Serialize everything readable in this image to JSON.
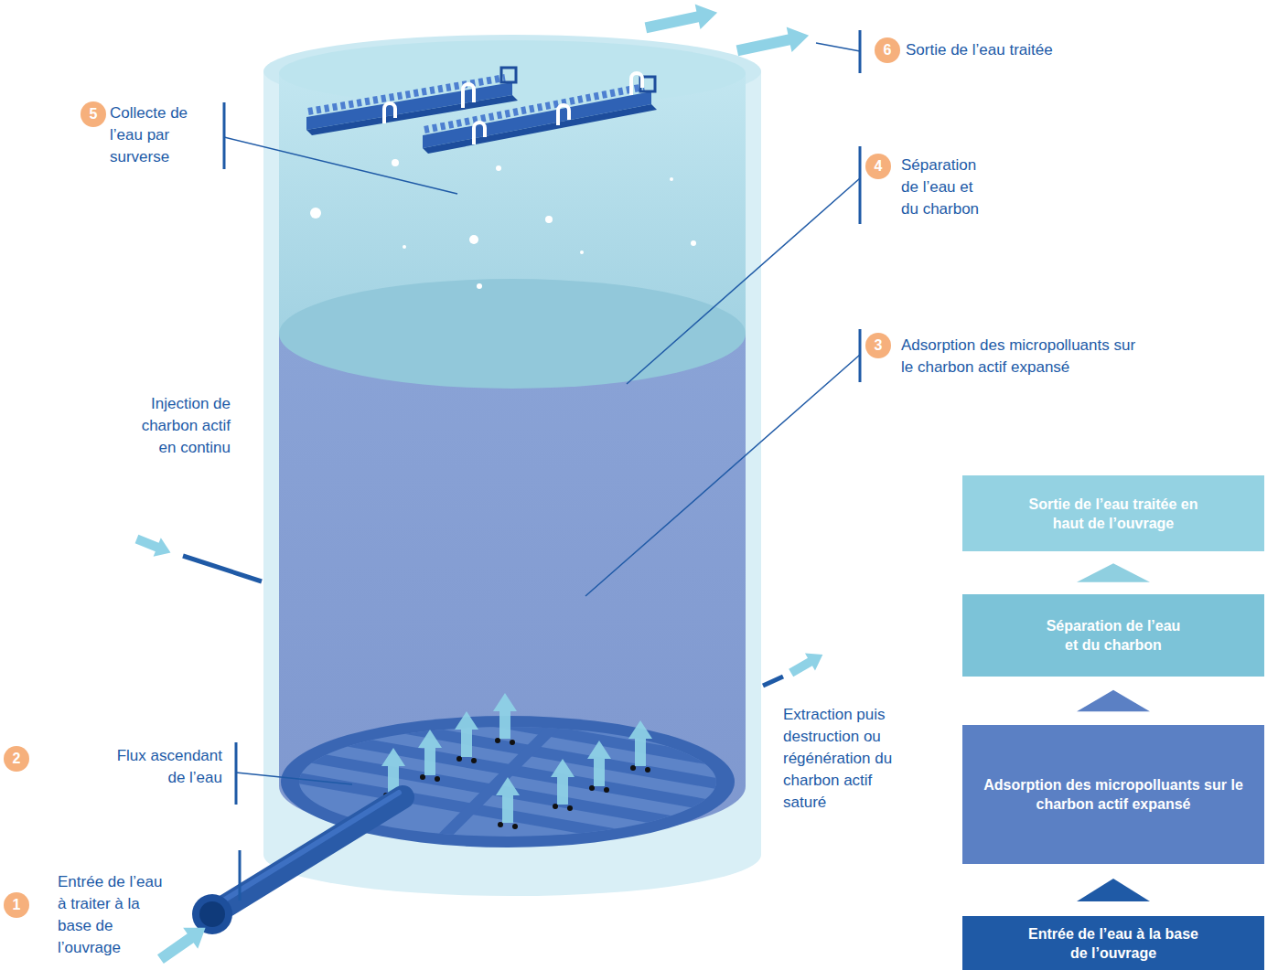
{
  "diagram": {
    "nodes": [
      {
        "text": [
          "Sortie de l’eau traitée en haut de l’ouvrage"
        ]
      },
      {
        "text": [
          "Séparation de l’eau et du charbon"
        ]
      },
      {
        "text": [
          "Adsorption des micropolluants sur le charbon actif expansé"
        ]
      },
      {
        "text": [
          "Entrée de l’eau à la base de l’ouvrage"
        ]
      }
    ],
    "edges": [
      {
        "from": 3,
        "to": 2,
        "arrow": "to"
      },
      {
        "from": 2,
        "to": 1,
        "arrow": "to"
      },
      {
        "from": 1,
        "to": 0,
        "arrow": "to"
      }
    ],
    "labels": [
      "6",
      "Sortie de l’eau traitée",
      "5",
      "Collecte de l’eau par surverse",
      "4",
      "Séparation de l’eau et du charbon",
      "3",
      "Adsorption des micropolluants sur le charbon actif expansé",
      "Injection de charbon actif en continu",
      "2",
      "Flux ascendant de l’eau",
      "Extraction puis destruction ou régénération du charbon actif saturé",
      "1",
      "Entrée de l’eau à traiter à la base de l’ouvrage"
    ]
  }
}
